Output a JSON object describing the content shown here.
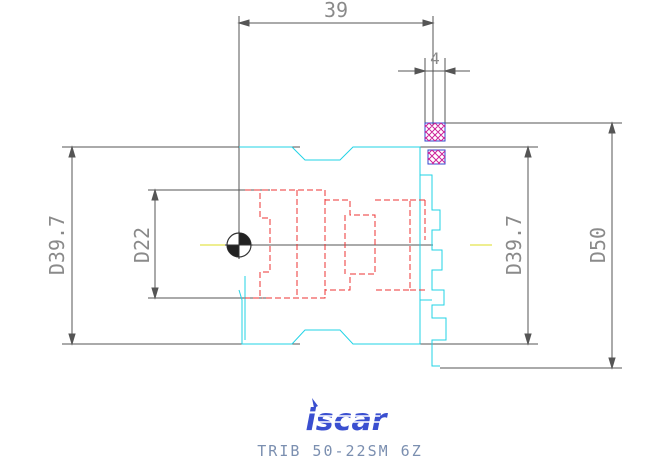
{
  "dimensions": {
    "overall_length": "39",
    "insert_width": "4",
    "left_diameter": "D39.7",
    "bore_diameter": "D22",
    "right_diameter": "D39.7",
    "outer_diameter": "D50"
  },
  "logo": {
    "text": "iscar",
    "color": "#3a4fd0"
  },
  "caption": "TRIB 50-22SM 6Z",
  "colors": {
    "dimension": "#555555",
    "hidden": "#ee3333",
    "outline": "#22d3e6",
    "center": "#dddd22",
    "insert": "#3344cc"
  }
}
